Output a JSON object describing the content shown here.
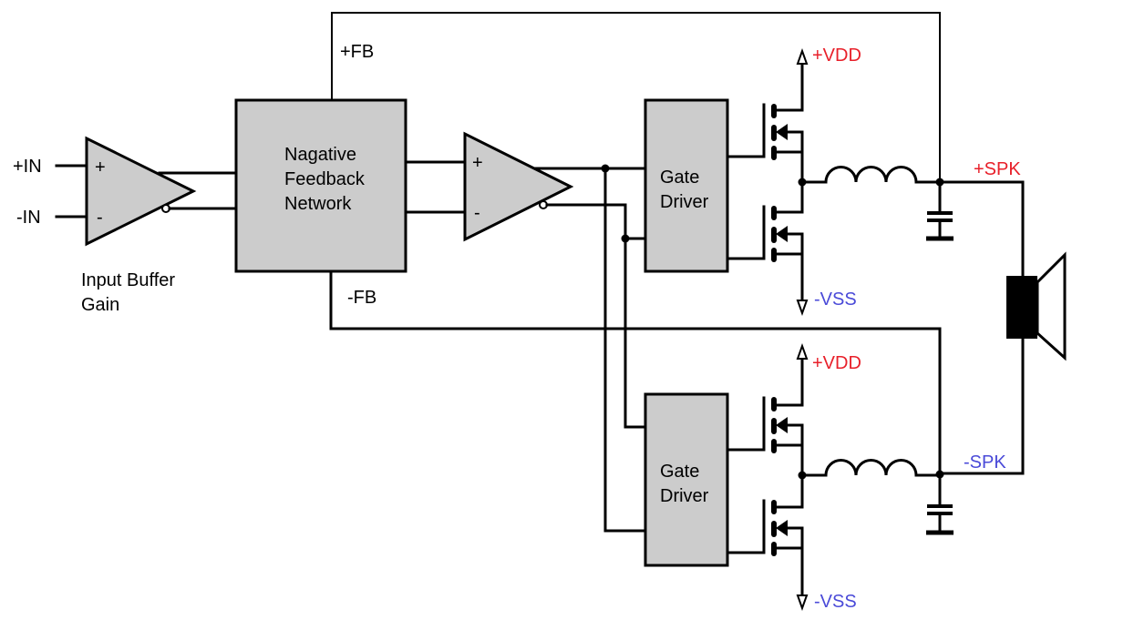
{
  "diagram": {
    "title": "Class-D amplifier block diagram",
    "colors": {
      "positive_rail": "#e8202a",
      "negative_rail": "#4a4ad8",
      "block_fill": "#cccccc",
      "wire": "#000000"
    },
    "inputs": {
      "pos": "+IN",
      "neg": "-IN"
    },
    "input_buffer": {
      "label_line1": "Input Buffer",
      "label_line2": "Gain",
      "plus": "+",
      "minus": "-"
    },
    "feedback_network": {
      "line1": "Nagative",
      "line2": "Feedback",
      "line3": "Network"
    },
    "feedback": {
      "pos": "+FB",
      "neg": "-FB"
    },
    "comparator": {
      "plus": "+",
      "minus": "-"
    },
    "gate_driver_top": {
      "line1": "Gate",
      "line2": "Driver"
    },
    "gate_driver_bottom": {
      "line1": "Gate",
      "line2": "Driver"
    },
    "rails": {
      "vdd": "+VDD",
      "vss": "-VSS"
    },
    "outputs": {
      "pos": "+SPK",
      "neg": "-SPK"
    }
  }
}
